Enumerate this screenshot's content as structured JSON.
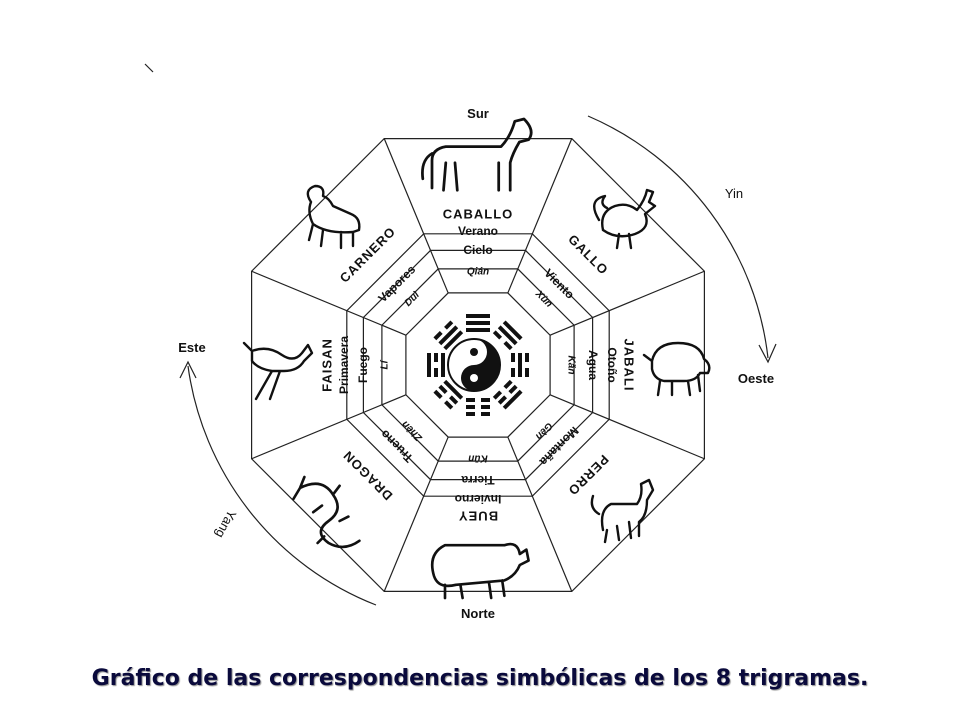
{
  "caption": "Gráfico de las correspondencias simbólicas de los 8 trigramas.",
  "directions": {
    "north": "Norte",
    "south": "Sur",
    "east": "Este",
    "west": "Oeste"
  },
  "yin_yang": {
    "yin": "Yin",
    "yang": "Yang"
  },
  "sectors": [
    {
      "id": "s",
      "animal": "CABALLO",
      "season": "Verano",
      "element": "Cielo",
      "trigram": "Qián",
      "icon": "horse-icon"
    },
    {
      "id": "sw",
      "animal": "GALLO",
      "season": "",
      "element": "Viento",
      "trigram": "Xùn",
      "icon": "rooster-icon"
    },
    {
      "id": "w",
      "animal": "JABALI",
      "season": "Otoño",
      "element": "Agua",
      "trigram": "Kǎn",
      "icon": "boar-icon"
    },
    {
      "id": "nw",
      "animal": "PERRO",
      "season": "",
      "element": "Montaña",
      "trigram": "Gèn",
      "icon": "dog-icon"
    },
    {
      "id": "n",
      "animal": "BUEY",
      "season": "Invierno",
      "element": "Tierra",
      "trigram": "Kūn",
      "icon": "ox-icon"
    },
    {
      "id": "ne",
      "animal": "DRAGON",
      "season": "",
      "element": "Trueno",
      "trigram": "Zhèn",
      "icon": "dragon-icon"
    },
    {
      "id": "e",
      "animal": "FAISAN",
      "season": "Primavera",
      "element": "Fuego",
      "trigram": "Lí",
      "icon": "pheasant-icon"
    },
    {
      "id": "se",
      "animal": "CARNERO",
      "season": "",
      "element": "Vapores",
      "trigram": "Duì",
      "icon": "ram-icon"
    }
  ]
}
